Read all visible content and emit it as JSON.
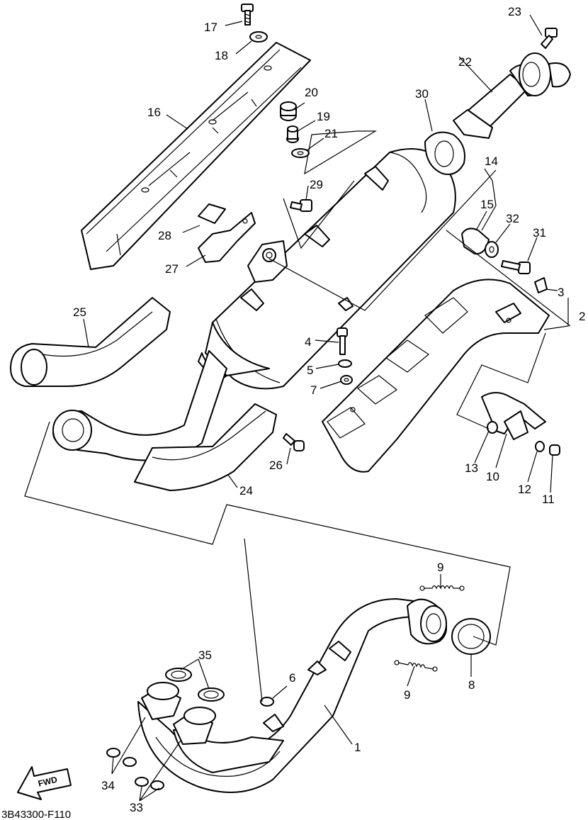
{
  "diagram_code": "3B43300-F110",
  "fwd_label": "FWD",
  "callouts": [
    {
      "id": "c1",
      "text": "1"
    },
    {
      "id": "c2",
      "text": "2"
    },
    {
      "id": "c3",
      "text": "3"
    },
    {
      "id": "c4",
      "text": "4"
    },
    {
      "id": "c5",
      "text": "5"
    },
    {
      "id": "c6",
      "text": "6"
    },
    {
      "id": "c7",
      "text": "7"
    },
    {
      "id": "c8",
      "text": "8"
    },
    {
      "id": "c9a",
      "text": "9"
    },
    {
      "id": "c9b",
      "text": "9"
    },
    {
      "id": "c10",
      "text": "10"
    },
    {
      "id": "c11",
      "text": "11"
    },
    {
      "id": "c12",
      "text": "12"
    },
    {
      "id": "c13",
      "text": "13"
    },
    {
      "id": "c14",
      "text": "14"
    },
    {
      "id": "c15",
      "text": "15"
    },
    {
      "id": "c16",
      "text": "16"
    },
    {
      "id": "c17",
      "text": "17"
    },
    {
      "id": "c18",
      "text": "18"
    },
    {
      "id": "c19",
      "text": "19"
    },
    {
      "id": "c20",
      "text": "20"
    },
    {
      "id": "c21",
      "text": "21"
    },
    {
      "id": "c22",
      "text": "22"
    },
    {
      "id": "c23",
      "text": "23"
    },
    {
      "id": "c24",
      "text": "24"
    },
    {
      "id": "c25",
      "text": "25"
    },
    {
      "id": "c26",
      "text": "26"
    },
    {
      "id": "c27",
      "text": "27"
    },
    {
      "id": "c28",
      "text": "28"
    },
    {
      "id": "c29",
      "text": "29"
    },
    {
      "id": "c30",
      "text": "30"
    },
    {
      "id": "c31",
      "text": "31"
    },
    {
      "id": "c32",
      "text": "32"
    },
    {
      "id": "c33",
      "text": "33"
    },
    {
      "id": "c34",
      "text": "34"
    },
    {
      "id": "c35",
      "text": "35"
    }
  ]
}
